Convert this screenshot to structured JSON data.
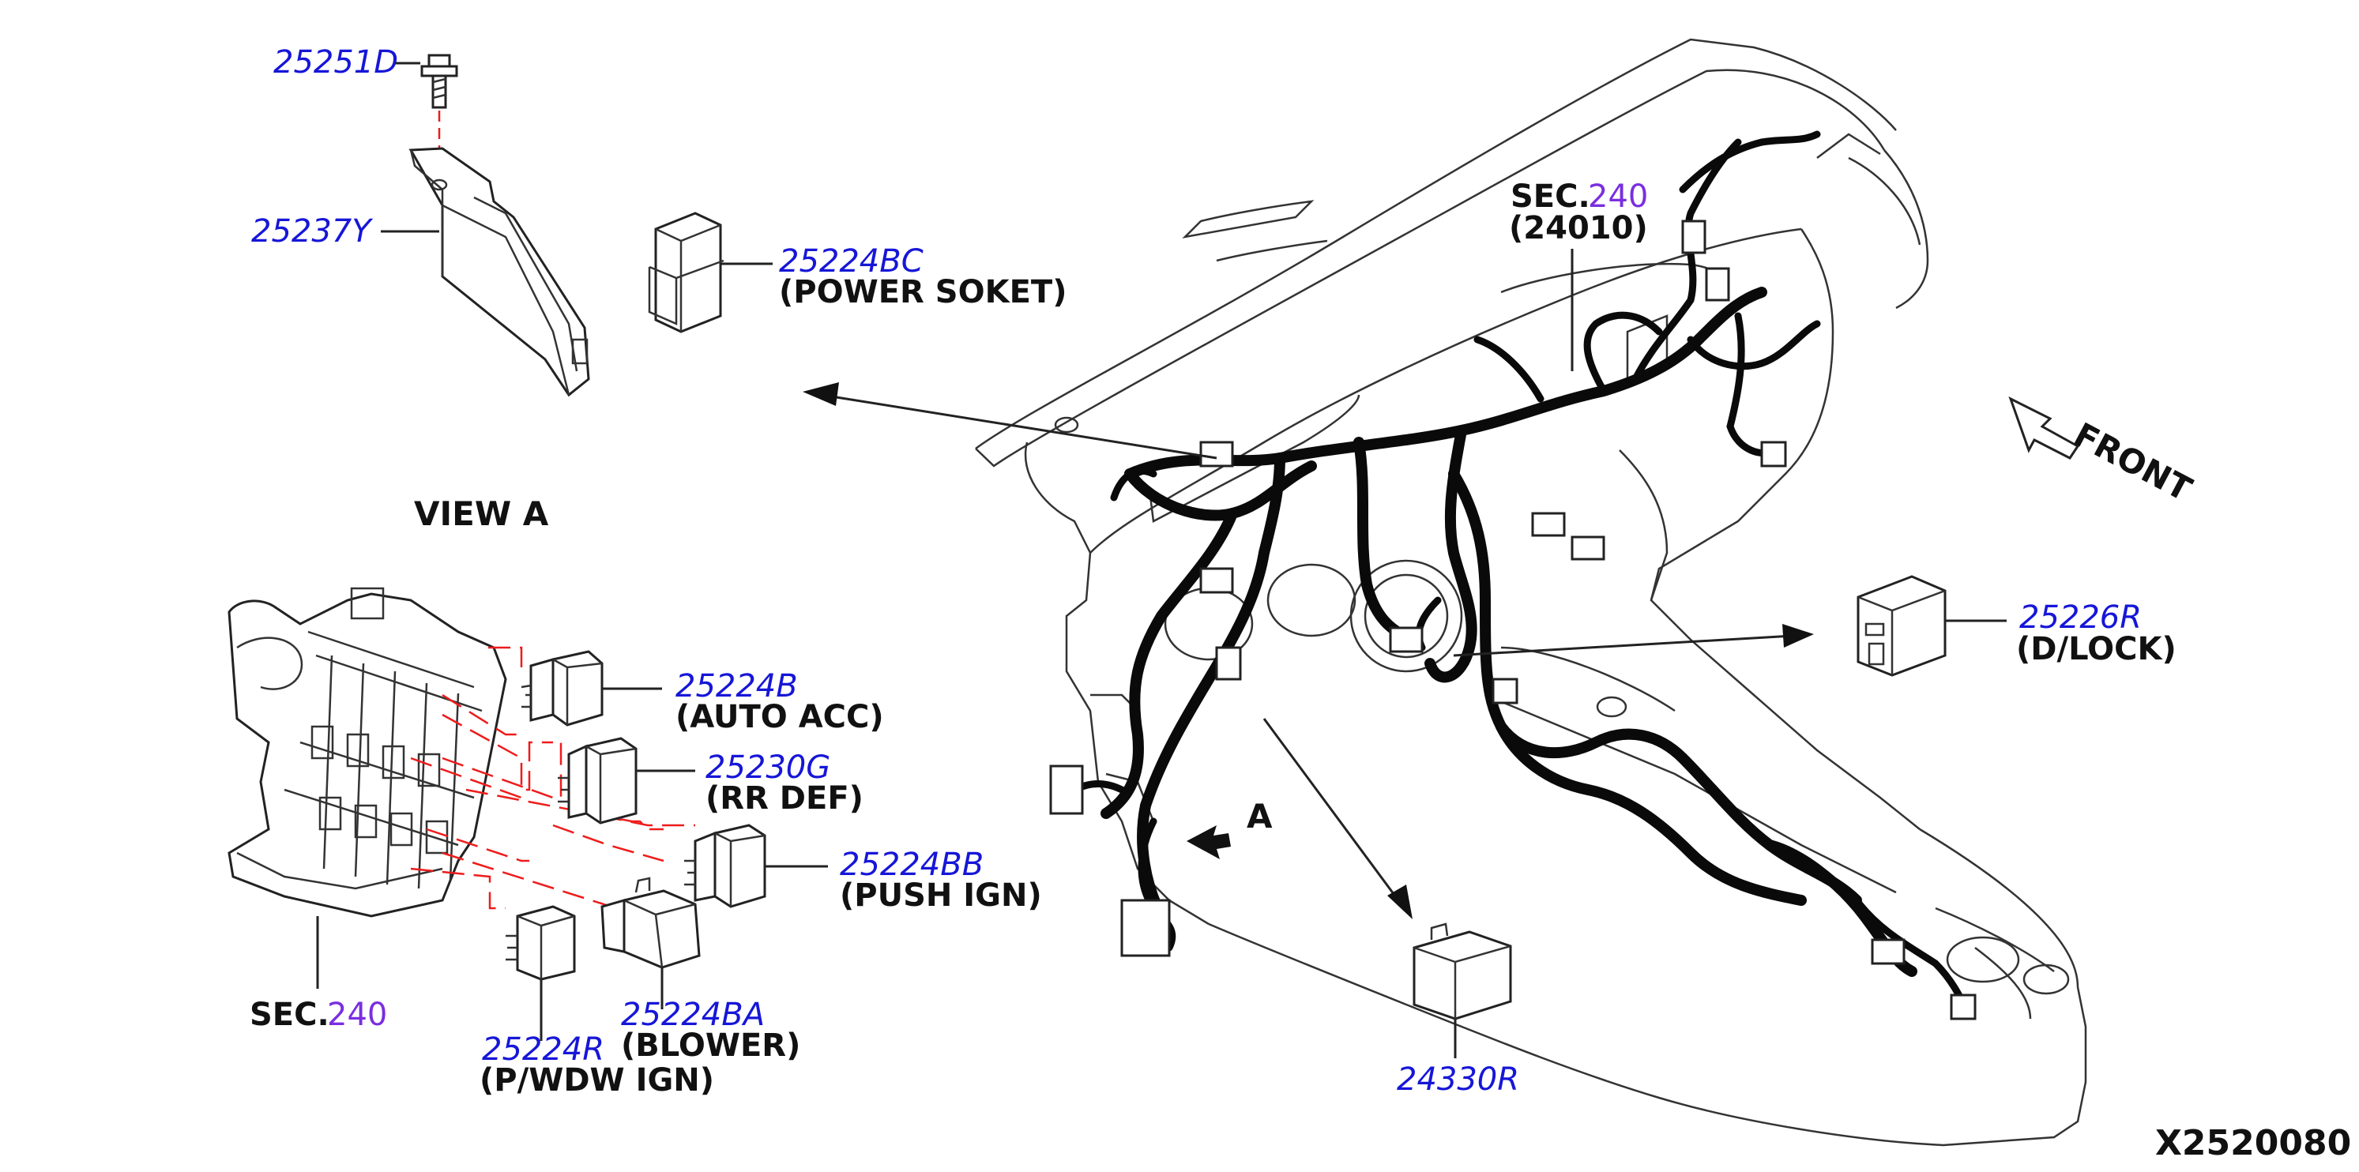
{
  "diagram_code": "X2520080",
  "view_label": "VIEW A",
  "front_label": "FRONT",
  "view_marker": "A",
  "section_prefix": "SEC.",
  "sections": {
    "dash": {
      "number": "240",
      "sub": "(24010)"
    },
    "fuse_box": {
      "number": "240"
    }
  },
  "parts": {
    "p25251D": {
      "part_no": "25251D"
    },
    "p25237Y": {
      "part_no": "25237Y"
    },
    "p25224BC": {
      "part_no": "25224BC",
      "description": "(POWER SOKET)"
    },
    "p25224B": {
      "part_no": "25224B",
      "description": "(AUTO ACC)"
    },
    "p25230G": {
      "part_no": "25230G",
      "description": "(RR DEF)"
    },
    "p25224BB": {
      "part_no": "25224BB",
      "description": "(PUSH IGN)"
    },
    "p25224BA": {
      "part_no": "25224BA",
      "description": "(BLOWER)"
    },
    "p25224R": {
      "part_no": "25224R",
      "description": "(P/WDW IGN)"
    },
    "p25226R": {
      "part_no": "25226R",
      "description": "(D/LOCK)"
    },
    "p24330R": {
      "part_no": "24330R"
    }
  },
  "colors": {
    "part_number": "#1616d8",
    "section_number": "#7a2ee0",
    "guide_line": "#ee1c1c",
    "harness": "#0a0a0a"
  }
}
